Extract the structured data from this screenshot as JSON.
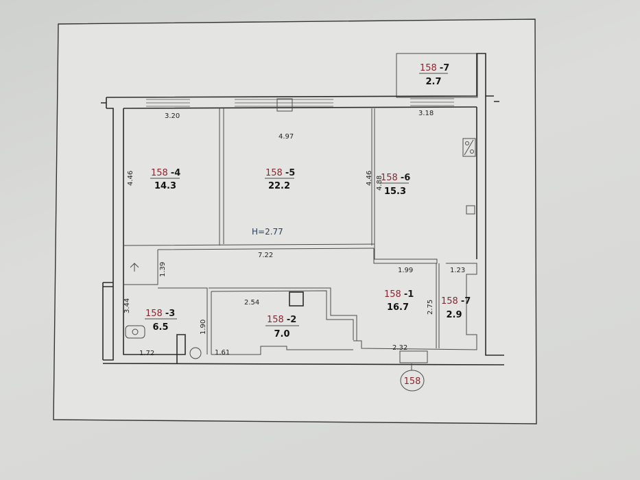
{
  "plan": {
    "building_number": "158",
    "ceiling_height": "H=2.77",
    "rooms": [
      {
        "num": "158",
        "suffix": "-1",
        "area": "16.7"
      },
      {
        "num": "158",
        "suffix": "-2",
        "area": "7.0"
      },
      {
        "num": "158",
        "suffix": "-3",
        "area": "6.5"
      },
      {
        "num": "158",
        "suffix": "-4",
        "area": "14.3"
      },
      {
        "num": "158",
        "suffix": "-5",
        "area": "22.2"
      },
      {
        "num": "158",
        "suffix": "-6",
        "area": "15.3"
      },
      {
        "num": "158",
        "suffix": "-7",
        "area": "2.9"
      },
      {
        "num": "158",
        "suffix": "-7",
        "area": "2.7"
      }
    ],
    "dimensions": [
      "3.20",
      "4.97",
      "3.18",
      "4.46",
      "4.46",
      "4.88",
      "7.22",
      "1.39",
      "1.99",
      "1.23",
      "3.44",
      "2.54",
      "2.75",
      "1.90",
      "1.72",
      "1.61",
      "2.32"
    ]
  }
}
